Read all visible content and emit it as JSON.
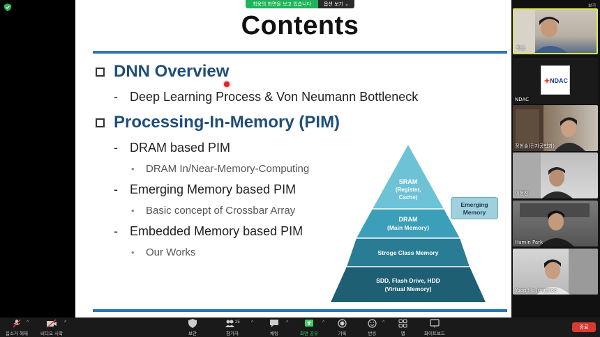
{
  "share_banner": {
    "message": "최웅의 화면을 보고 있습니다",
    "view_options": "옵션 보기 ⌄"
  },
  "slide": {
    "title": "Contents",
    "items": [
      {
        "level": 1,
        "text": "DNN Overview"
      },
      {
        "level": 2,
        "text": "Deep Learning Process & Von Neumann Bottleneck"
      },
      {
        "level": 1,
        "text": "Processing-In-Memory (PIM)"
      },
      {
        "level": 2,
        "text": "DRAM based PIM"
      },
      {
        "level": 3,
        "text": "DRAM In/Near-Memory-Computing"
      },
      {
        "level": 2,
        "text": "Emerging Memory based PIM"
      },
      {
        "level": 3,
        "text": "Basic concept of Crossbar Array"
      },
      {
        "level": 2,
        "text": "Embedded Memory based PIM"
      },
      {
        "level": 3,
        "text": "Our Works"
      }
    ],
    "pyramid": {
      "tiers": [
        {
          "line1": "SRAM",
          "line2": "(Register,",
          "line3": "Cache)"
        },
        {
          "line1": "DRAM",
          "line2": "(Main Memory)"
        },
        {
          "line1": "Stroge Class Memory"
        },
        {
          "line1": "SDD, Flash Drive, HDD",
          "line2": "(Virtual Memory)"
        }
      ],
      "callout_line1": "Emerging",
      "callout_line2": "Memory"
    }
  },
  "video_panel": {
    "top_label": "보기",
    "participants": [
      {
        "name": "최웅",
        "muted": true
      },
      {
        "name": "NDAC",
        "logo_text": "NDAC"
      },
      {
        "name": "정현솔(전자공학과)",
        "muted": true
      },
      {
        "name": "이정진",
        "muted": true
      },
      {
        "name": "Hamin Park",
        "muted": true
      },
      {
        "name": "Yoon-Ho Jungwoo",
        "muted": true
      }
    ]
  },
  "toolbar": {
    "mute": "음소거 해제",
    "video": "비디오 시작",
    "security": "보안",
    "participants": "참가자",
    "participants_count": "25",
    "chat": "채팅",
    "share": "화면 공유",
    "record": "기록",
    "reactions": "반응",
    "apps": "앱",
    "whiteboard": "화이트보드",
    "end": "종료"
  },
  "colors": {
    "accent_blue": "#2e75b6",
    "heading_blue": "#1f4e79",
    "share_green": "#1fb35a",
    "end_red": "#d83b30",
    "pyramid_top": "#6ec2d6",
    "pyramid_mid1": "#3c9fba",
    "pyramid_mid2": "#2a7c94",
    "pyramid_bottom": "#1f5f73"
  }
}
